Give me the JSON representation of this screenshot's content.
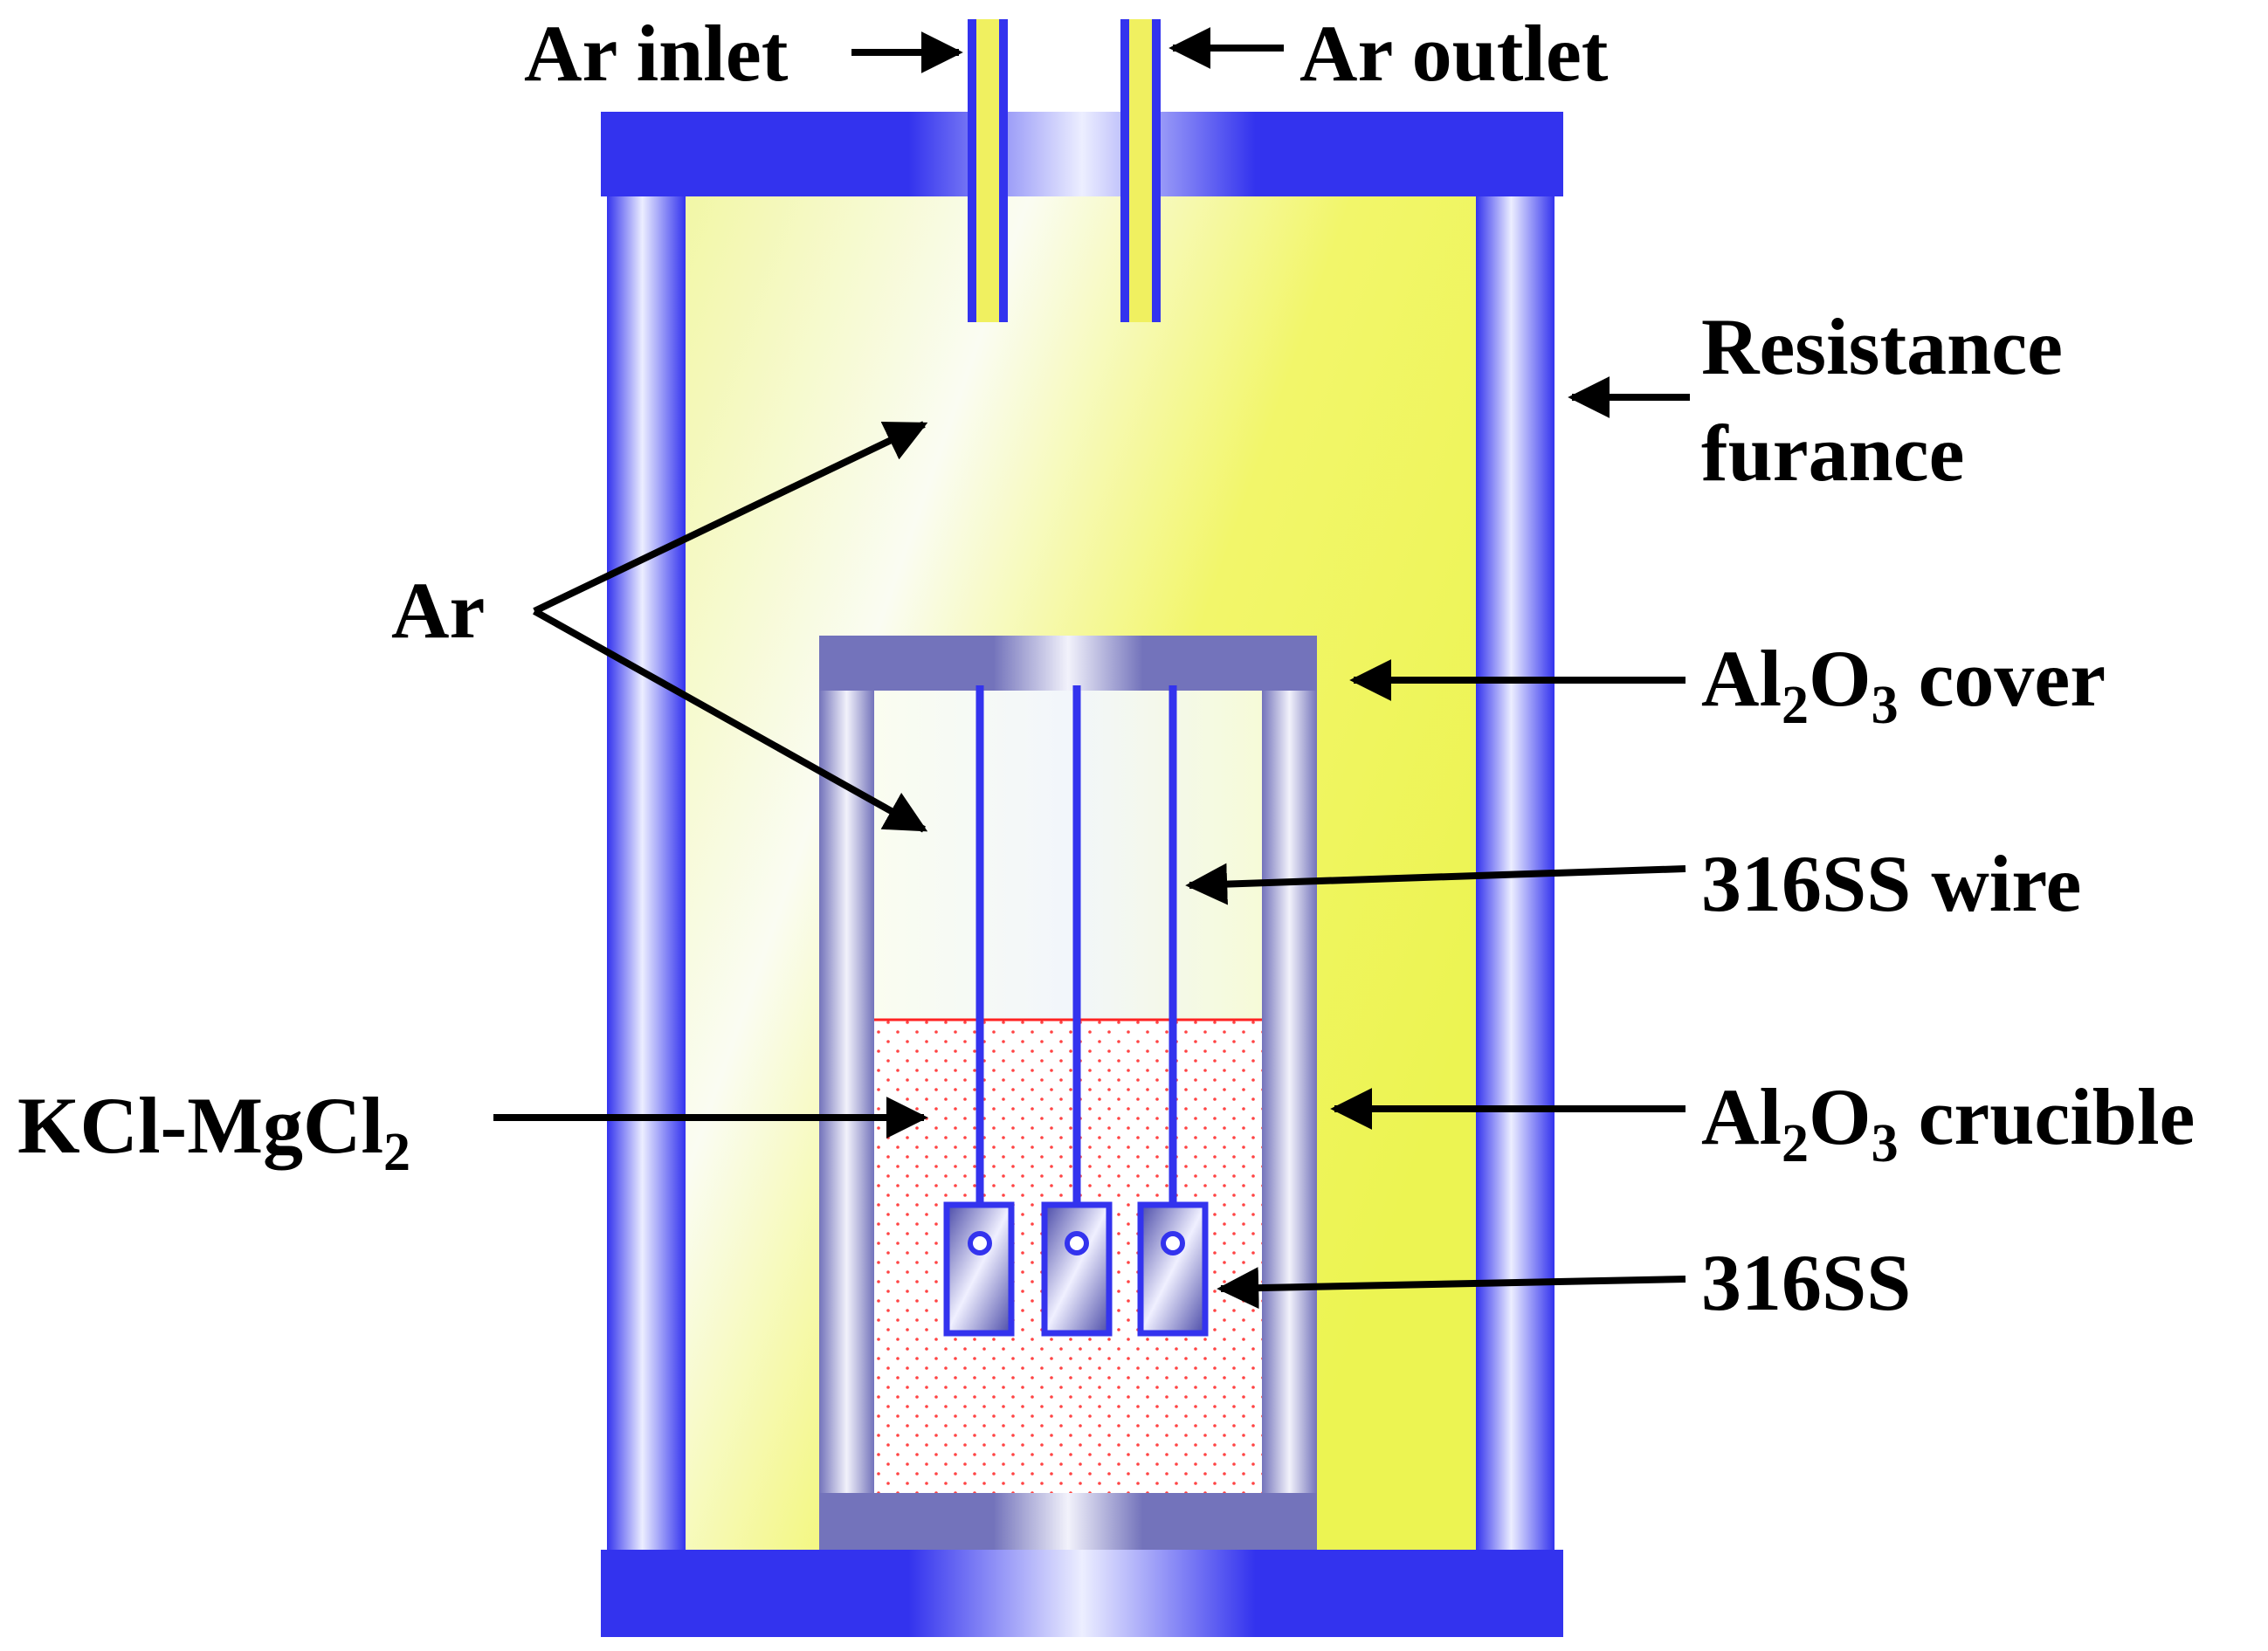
{
  "labels": {
    "ar_inlet": "Ar inlet",
    "ar_outlet": "Ar outlet",
    "resistance_line1": "Resistance",
    "resistance_line2": "furance",
    "ar": "Ar",
    "al2o3_cover_pre": "Al",
    "al2o3_cover_sub1": "2",
    "al2o3_cover_mid": "O",
    "al2o3_cover_sub2": "3",
    "al2o3_cover_post": " cover",
    "wire": "316SS wire",
    "kcl_pre": "KCl-MgCl",
    "kcl_sub": "2",
    "al2o3_crucible_pre": "Al",
    "al2o3_crucible_sub1": "2",
    "al2o3_crucible_mid": "O",
    "al2o3_crucible_sub2": "3",
    "al2o3_crucible_post": " crucible",
    "sample": "316SS"
  },
  "colors": {
    "furnace": "#3333ee",
    "furnace_highlight": "#e8eaff",
    "gas_yellow": "#eef55a",
    "crucible": "#7373bb",
    "wire": "#3333ee",
    "salt_dots": "#ff3333",
    "melt_line": "#ff2222",
    "tube_stripe": "#f0f060"
  }
}
